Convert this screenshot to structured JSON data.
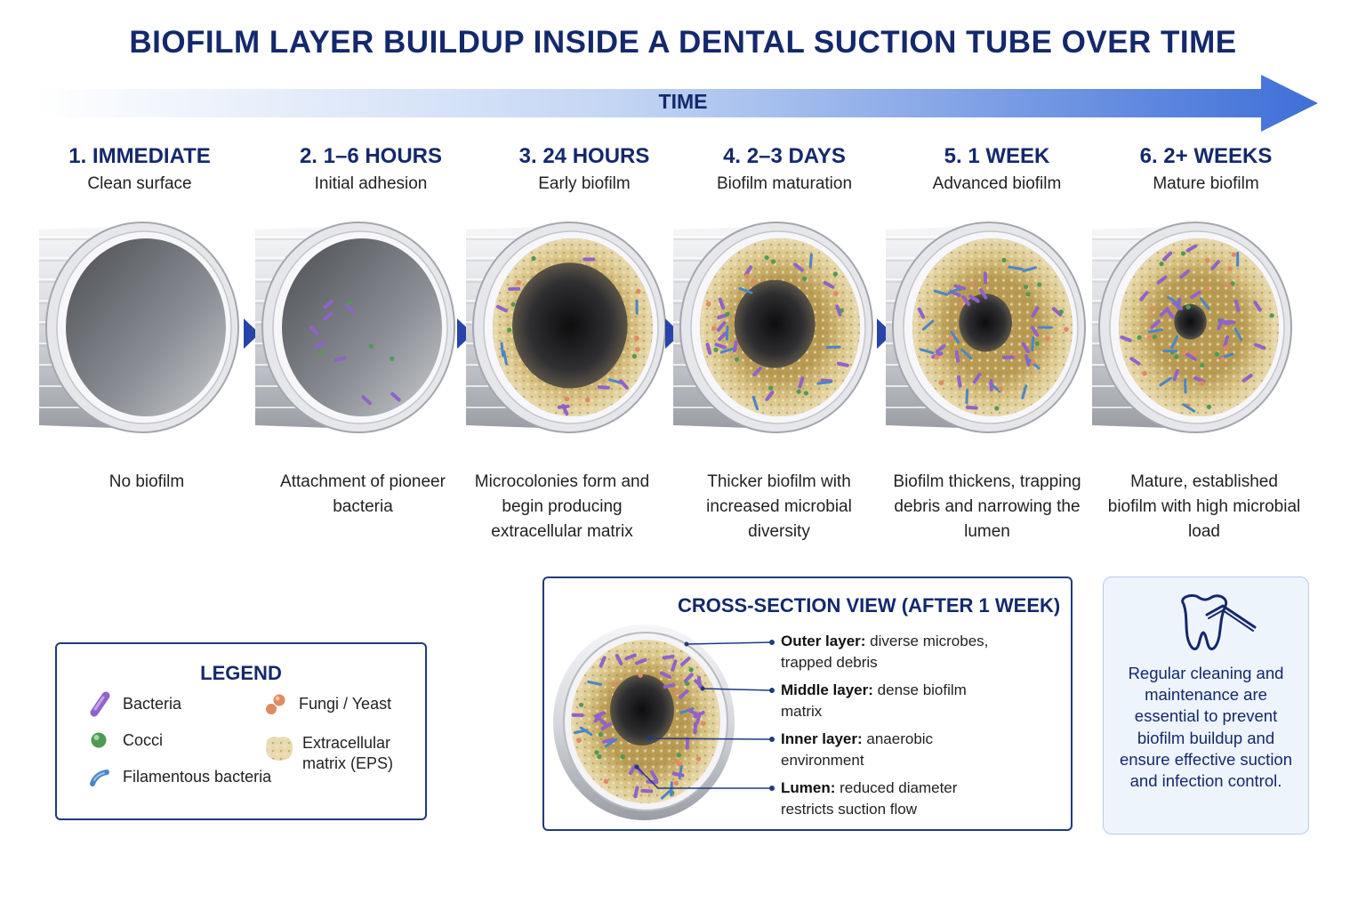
{
  "title": "BIOFILM LAYER BUILDUP INSIDE A DENTAL SUCTION TUBE OVER TIME",
  "time_label": "TIME",
  "colors": {
    "navy": "#14296b",
    "arrow_blue": "#3e6fd8",
    "bacteria": "#8f63c9",
    "cocci": "#4f9a55",
    "filamentous": "#4a86c6",
    "fungi": "#e08a62",
    "matrix": "#d9c487"
  },
  "stages": [
    {
      "number": "1. IMMEDIATE",
      "subtitle": "Clean surface",
      "description": "No biofilm",
      "biofilm_level": 0
    },
    {
      "number": "2. 1–6 HOURS",
      "subtitle": "Initial adhesion",
      "description": "Attachment of pioneer bacteria",
      "biofilm_level": 0.1
    },
    {
      "number": "3. 24 HOURS",
      "subtitle": "Early biofilm",
      "description": "Microcolonies form and begin producing extracellular matrix",
      "biofilm_level": 0.3
    },
    {
      "number": "4. 2–3 DAYS",
      "subtitle": "Biofilm maturation",
      "description": "Thicker biofilm with increased microbial diversity",
      "biofilm_level": 0.55
    },
    {
      "number": "5. 1 WEEK",
      "subtitle": "Advanced biofilm",
      "description": "Biofilm thickens, trapping debris and narrowing the lumen",
      "biofilm_level": 0.75
    },
    {
      "number": "6. 2+ WEEKS",
      "subtitle": "Mature biofilm",
      "description": "Mature, established biofilm with high microbial load",
      "biofilm_level": 0.9
    }
  ],
  "legend": {
    "title": "LEGEND",
    "items": [
      {
        "label": "Bacteria",
        "icon": "bacteria-icon"
      },
      {
        "label": "Cocci",
        "icon": "cocci-icon"
      },
      {
        "label": "Filamentous bacteria",
        "icon": "filamentous-icon"
      },
      {
        "label": "Fungi / Yeast",
        "icon": "fungi-icon"
      },
      {
        "label": "Extracellular\nmatrix (EPS)",
        "icon": "matrix-icon"
      }
    ]
  },
  "cross_section": {
    "title": "CROSS-SECTION VIEW (AFTER 1 WEEK)",
    "callouts": [
      {
        "label": "Outer layer:",
        "line1": "diverse microbes,",
        "line2": "trapped debris"
      },
      {
        "label": "Middle layer:",
        "line1": "dense biofilm",
        "line2": "matrix"
      },
      {
        "label": "Inner layer:",
        "line1": "anaerobic",
        "line2": "environment"
      },
      {
        "label": "Lumen:",
        "line1": "reduced diameter",
        "line2": "restricts suction flow"
      }
    ]
  },
  "tip": {
    "icon": "tooth-suction-icon",
    "text": "Regular cleaning and maintenance are essential to prevent biofilm buildup and ensure effective suction and infection control."
  }
}
